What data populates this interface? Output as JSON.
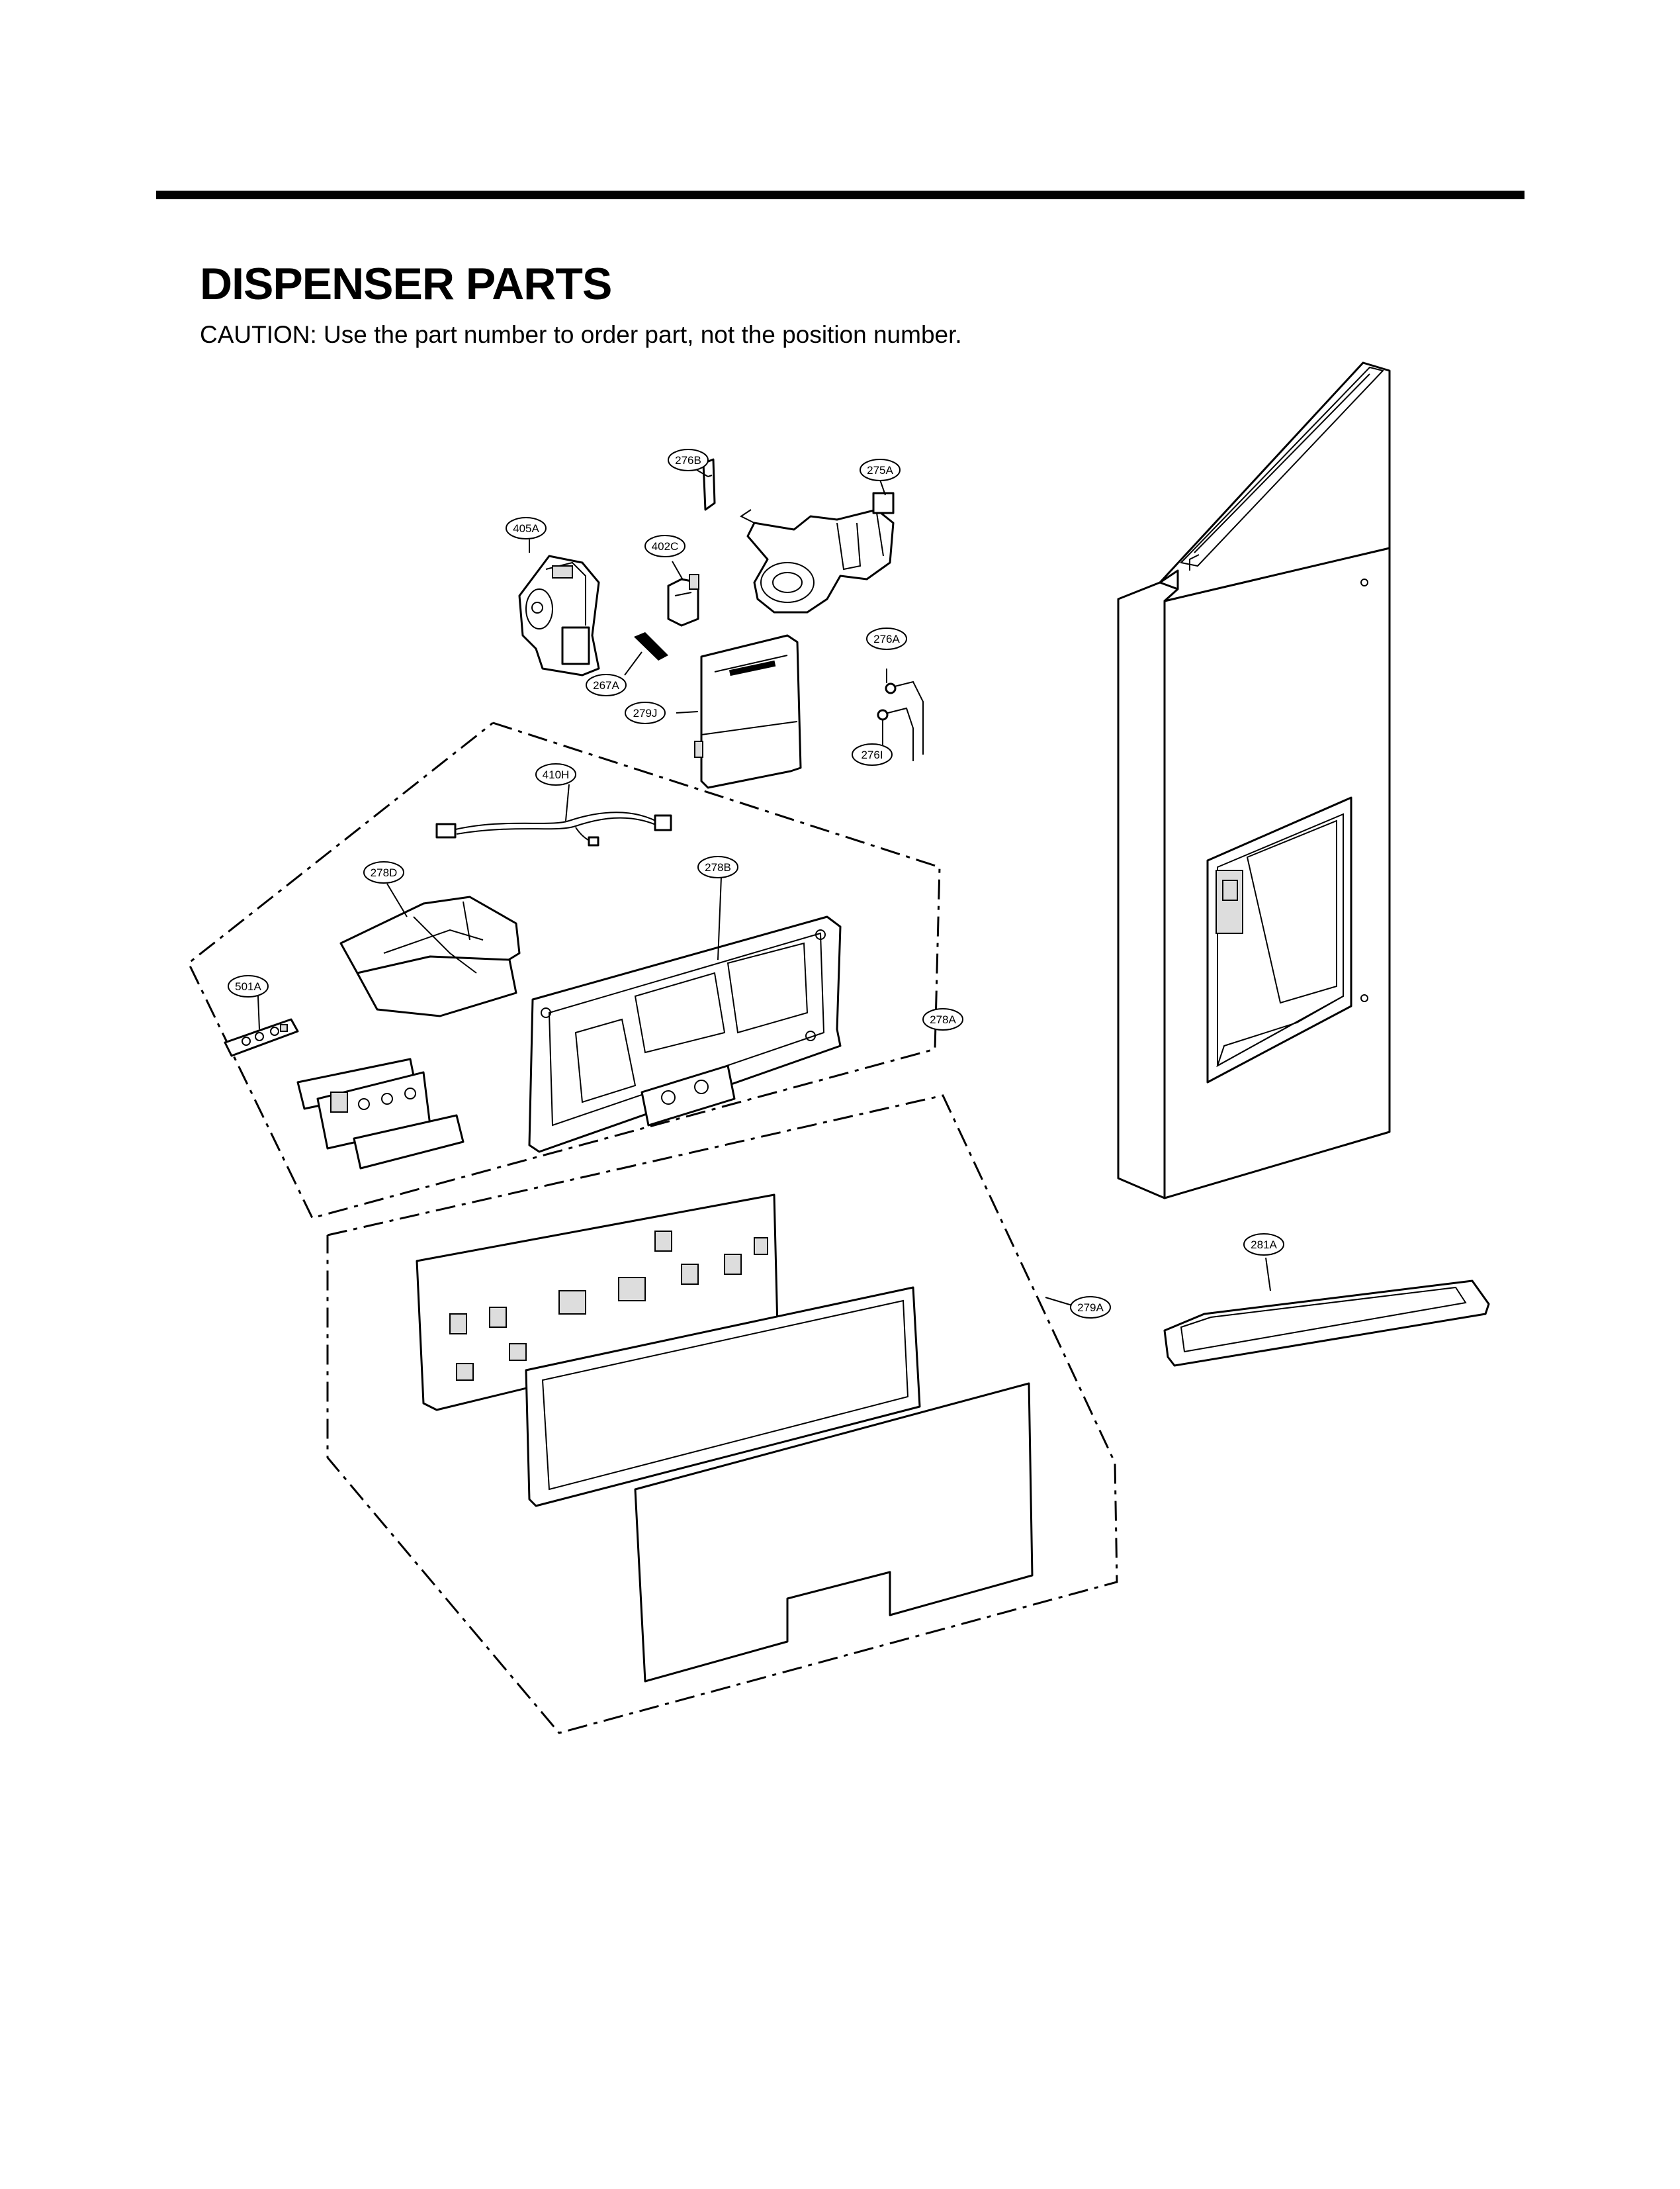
{
  "header": {
    "title": "DISPENSER PARTS",
    "caution": "CAUTION: Use the part number to order part, not the position number."
  },
  "callouts": {
    "c276B": "276B",
    "c275A": "275A",
    "c405A": "405A",
    "c402C": "402C",
    "c276A": "276A",
    "c267A": "267A",
    "c279J": "279J",
    "c276I": "276I",
    "c410H": "410H",
    "c278D": "278D",
    "c278B": "278B",
    "c501A": "501A",
    "c278A": "278A",
    "c281A": "281A",
    "c279A": "279A"
  }
}
